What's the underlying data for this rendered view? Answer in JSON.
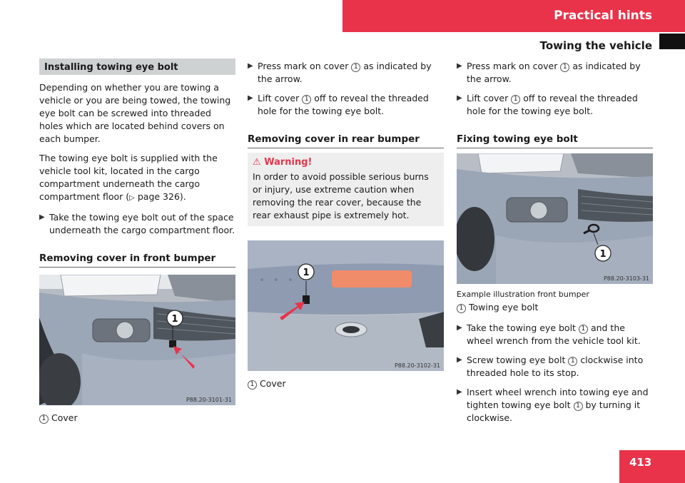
{
  "header": {
    "chapter": "Practical hints",
    "section": "Towing the vehicle"
  },
  "col1": {
    "box_title": "Installing towing eye bolt",
    "para1": "Depending on whether you are towing a vehicle or you are being towed, the towing eye bolt can be screwed into threaded holes which are located behind covers on each bumper.",
    "para2_pre": "The towing eye bolt is supplied with the vehicle tool kit, located in the cargo compartment underneath the cargo compartment floor (",
    "para2_ref": "page 326).",
    "step1": "Take the towing eye bolt out of the space underneath the cargo compartment floor.",
    "heading": "Removing cover in front bumper",
    "image_code": "P88.20-3101-31",
    "legend_num": "1",
    "legend_text": "Cover"
  },
  "col2": {
    "step1_pre": "Press mark on cover",
    "step1_num": "1",
    "step1_post": "as indicated by the arrow.",
    "step2_pre": "Lift cover",
    "step2_num": "1",
    "step2_post": "off to reveal the threaded hole for the towing eye bolt.",
    "heading": "Removing cover in rear bumper",
    "warning_title": "Warning!",
    "warning_text": "In order to avoid possible serious burns or injury, use extreme caution when removing the rear cover, because the rear exhaust pipe is extremely hot.",
    "image_code": "P88.20-3102-31",
    "legend_num": "1",
    "legend_text": "Cover"
  },
  "col3": {
    "step1_pre": "Press mark on cover",
    "step1_num": "1",
    "step1_post": "as indicated by the arrow.",
    "step2_pre": "Lift cover",
    "step2_num": "1",
    "step2_post": "off to reveal the threaded hole for the towing eye bolt.",
    "heading": "Fixing towing eye bolt",
    "image_code": "P88.20-3103-31",
    "caption": "Example illustration front bumper",
    "legend_num": "1",
    "legend_text": "Towing eye bolt",
    "stepA_pre": "Take the towing eye bolt",
    "stepA_num": "1",
    "stepA_post": "and the wheel wrench from the vehicle tool kit.",
    "stepB_pre": "Screw towing eye bolt",
    "stepB_num": "1",
    "stepB_post": "clockwise into threaded hole to its stop.",
    "stepC_pre": "Insert wheel wrench into towing eye and tighten towing eye bolt",
    "stepC_num": "1",
    "stepC_post": "by turning it clockwise."
  },
  "callout_label": "1",
  "page_number": "413",
  "colors": {
    "accent": "#e8334a",
    "box_gray": "#cfd2d2",
    "warn_gray": "#eeeeee"
  }
}
